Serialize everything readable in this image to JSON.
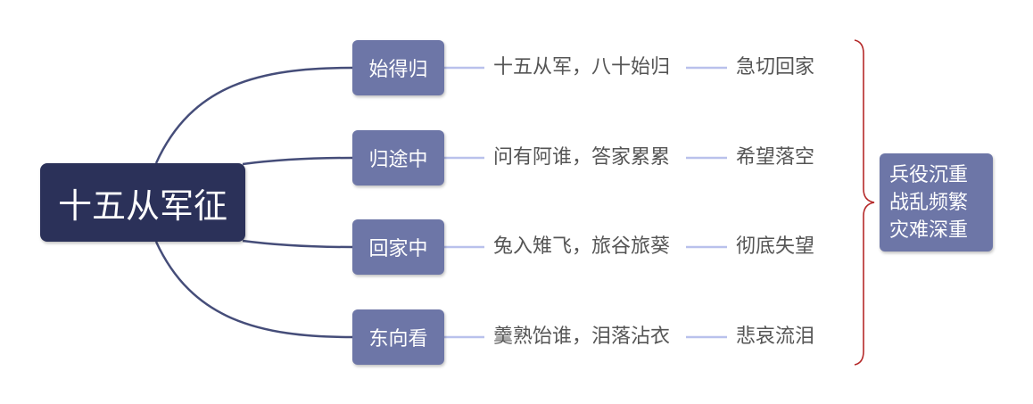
{
  "root": {
    "label": "十五从军征"
  },
  "branches": [
    {
      "label": "始得归",
      "content": "十五从军，八十始归",
      "emotion": "急切回家"
    },
    {
      "label": "归途中",
      "content": "问有阿谁，答家累累",
      "emotion": "希望落空"
    },
    {
      "label": "回家中",
      "content": "兔入雉飞，旅谷旅葵",
      "emotion": "彻底失望"
    },
    {
      "label": "东向看",
      "content": "羹熟饴谁，泪落沾衣",
      "emotion": "悲哀流泪"
    }
  ],
  "summary": {
    "lines": [
      "兵役沉重",
      "战乱频繁",
      "灾难深重"
    ]
  },
  "colors": {
    "root_fill": "#2b3159",
    "branch_fill": "#6d76a7",
    "curve_stroke": "#454d79",
    "connector_stroke": "#b9c1ec",
    "brace_stroke": "#b52a2a",
    "text_color": "#555555"
  }
}
